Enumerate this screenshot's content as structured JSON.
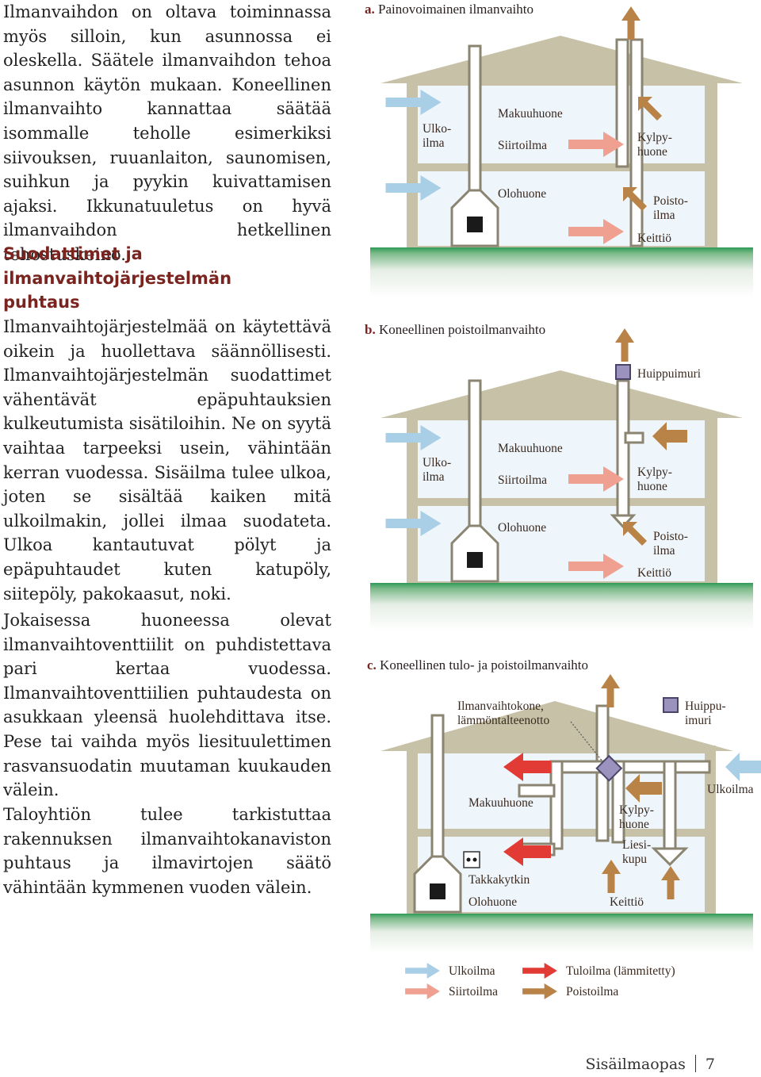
{
  "paragraphs": {
    "p1": "Ilmanvaihdon on oltava toiminnassa myös silloin, kun asunnossa ei oleskella. Säätele ilmanvaihdon tehoa asunnon käytön mukaan. Koneellinen ilmanvaihto kannattaa säätää isommalle teholle esimerkiksi siivouksen, ruuanlaiton, saunomisen, suihkun ja pyykin kuivattamisen ajaksi. Ikkunatuuletus on hyvä ilmanvaihdon hetkellinen tehostuskeino.",
    "heading": "Suodattimet ja ilmanvaihtojärjestelmän puhtaus",
    "p2": "Ilmanvaihtojärjestelmää on käytettävä oikein ja huollettava säännöllisesti. Ilmanvaihtojärjestelmän suodattimet vähentävät epäpuhtauksien kulkeutumista sisätiloihin. Ne on syytä vaihtaa tarpeeksi usein, vähintään kerran vuodessa. Sisäilma tulee ulkoa, joten se sisältää kaiken mitä ulkoilmakin, jollei ilmaa suodateta. Ulkoa kantautuvat pölyt ja epäpuhtaudet kuten katupöly, siitepöly, pakokaasut, noki.",
    "p3": "Jokaisessa huoneessa olevat ilmanvaihtoventtiilit on puhdistettava pari kertaa vuodessa. Ilmanvaihtoventtiilien puhtaudesta on asukkaan yleensä huolehdittava itse. Pese tai vaihda myös liesituulettimen rasvansuodatin muutaman kuukauden välein.",
    "p4": "Taloyhtiön tulee tarkistuttaa rakennuksen ilmanvaihtokanaviston puhtaus ja ilmavirtojen säätö vähintään kymmenen vuoden välein."
  },
  "diagram_a": {
    "letter": "a.",
    "title": "Painovoimainen ilmanvaihto",
    "labels": {
      "ulkoilma_1": "Ulko-",
      "ulkoilma_2": "ilma",
      "makuuhuone": "Makuuhuone",
      "siirtoilma": "Siirtoilma",
      "olohuone": "Olohuone",
      "kylpyhuone_1": "Kylpy-",
      "kylpyhuone_2": "huone",
      "poistoilma_1": "Poisto-",
      "poistoilma_2": "ilma",
      "keittio": "Keittiö"
    }
  },
  "diagram_b": {
    "letter": "b.",
    "title": "Koneellinen poistoilmanvaihto",
    "labels": {
      "huippuimuri": "Huippuimuri",
      "ulkoilma_1": "Ulko-",
      "ulkoilma_2": "ilma",
      "makuuhuone": "Makuuhuone",
      "siirtoilma": "Siirtoilma",
      "olohuone": "Olohuone",
      "kylpyhuone_1": "Kylpy-",
      "kylpyhuone_2": "huone",
      "poistoilma_1": "Poisto-",
      "poistoilma_2": "ilma",
      "keittio": "Keittiö"
    }
  },
  "diagram_c": {
    "letter": "c.",
    "title": "Koneellinen tulo- ja poistoilmanvaihto",
    "labels": {
      "kone_1": "Ilmanvaihtokone,",
      "kone_2": "lämmöntalteenotto",
      "huippuimuri_1": "Huippu-",
      "huippuimuri_2": "imuri",
      "ulkoilma": "Ulkoilma",
      "makuuhuone": "Makuuhuone",
      "kylpyhuone_1": "Kylpy-",
      "kylpyhuone_2": "huone",
      "liesikupu_1": "Liesi-",
      "liesikupu_2": "kupu",
      "takkakytkin": "Takkakytkin",
      "olohuone": "Olohuone",
      "keittio": "Keittiö"
    }
  },
  "legend": {
    "ulkoilma": "Ulkoilma",
    "siirtoilma": "Siirtoilma",
    "tuloilma": "Tuloilma (lämmitetty)",
    "poistoilma": "Poistoilma"
  },
  "colors": {
    "ulkoilma": "#a9cfe6",
    "siirtoilma": "#f0a090",
    "tuloilma": "#e23a34",
    "poistoilma": "#b98347",
    "wall": "#c7c1a7",
    "ground": "#2e9a57",
    "room": "#eef5fb"
  },
  "footer": {
    "title": "Sisäilmaopas",
    "page": "7"
  }
}
